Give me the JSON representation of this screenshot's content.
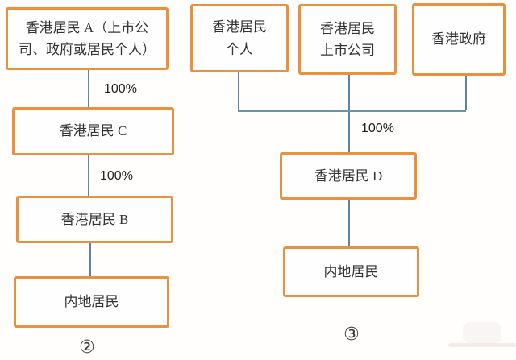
{
  "colors": {
    "box_border": "#e8923f",
    "connector": "#5d84a2",
    "text": "#333333",
    "background": "#fffefd"
  },
  "left_diagram": {
    "caption": "②",
    "boxes": {
      "a": "香港居民 A（上市公\n司、政府或居民个人）",
      "c": "香港居民 C",
      "b": "香港居民 B",
      "mainland": "内地居民"
    },
    "labels": {
      "pct_top": "100%",
      "pct_bottom": "100%"
    }
  },
  "right_diagram": {
    "caption": "③",
    "boxes": {
      "individual": "香港居民\n个人",
      "listed": "香港居民\n上市公司",
      "government": "香港政府",
      "d": "香港居民 D",
      "mainland": "内地居民"
    },
    "labels": {
      "pct": "100%"
    }
  }
}
